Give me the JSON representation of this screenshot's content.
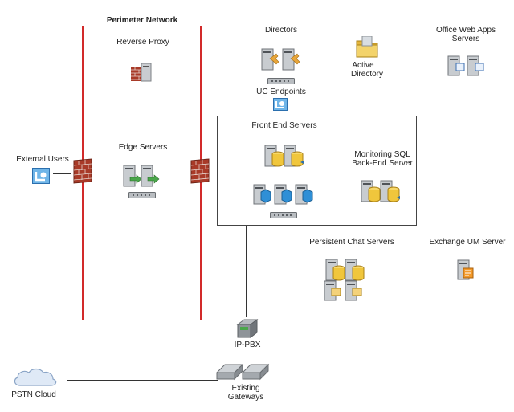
{
  "labels": {
    "perimeter": "Perimeter Network",
    "reverse_proxy": "Reverse Proxy",
    "directors": "Directors",
    "uc_endpoints": "UC Endpoints",
    "active_directory_1": "Active",
    "active_directory_2": "Directory",
    "owa_1": "Office Web Apps",
    "owa_2": "Servers",
    "external_users": "External Users",
    "edge_servers": "Edge Servers",
    "front_end": "Front End Servers",
    "monitoring_1": "Monitoring SQL",
    "monitoring_2": "Back-End Server",
    "persistent_chat": "Persistent Chat Servers",
    "exchange_um": "Exchange UM Server",
    "ip_pbx": "IP-PBX",
    "gateways_1": "Existing",
    "gateways_2": "Gateways",
    "pstn": "PSTN Cloud"
  },
  "colors": {
    "perimeter_line": "#d22a2a",
    "wire": "#333333",
    "server_gray": "#b8bcc0",
    "sql_yellow": "#f0c63c",
    "firewall_red": "#a83a28"
  }
}
